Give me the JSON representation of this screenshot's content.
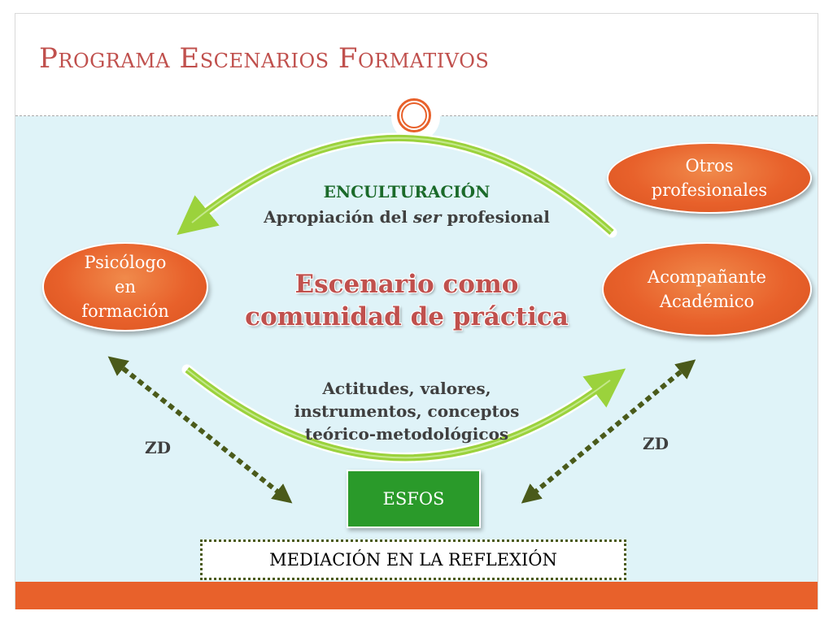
{
  "title": "Programa Escenarios Formativos",
  "colors": {
    "title": "#c0504d",
    "orange": "#e8612b",
    "background": "#dff3f8",
    "green_arrow": "#9bd23c",
    "dark_green_label": "#1b6a2a",
    "esfos_green": "#2a9a2a",
    "dotted_arrow": "#4a5a1a"
  },
  "ovals": {
    "psicologo": [
      "Psicólogo",
      "en",
      "formación"
    ],
    "otros": [
      "Otros",
      "profesionales"
    ],
    "acompanante": [
      "Acompañante",
      "Académico"
    ]
  },
  "enculturacion": {
    "heading": "ENCULTURACIÓN",
    "line_before": "Apropiación del ",
    "line_italic": "ser",
    "line_after": " profesional"
  },
  "center": [
    "Escenario como",
    "comunidad de práctica"
  ],
  "contents": [
    "Actitudes, valores,",
    "instrumentos, conceptos",
    "teórico-metodológicos"
  ],
  "zd_left": "ZD",
  "zd_right": "ZD",
  "esfos": "ESFOS",
  "mediacion": "MEDIACIÓN EN LA REFLEXIÓN"
}
